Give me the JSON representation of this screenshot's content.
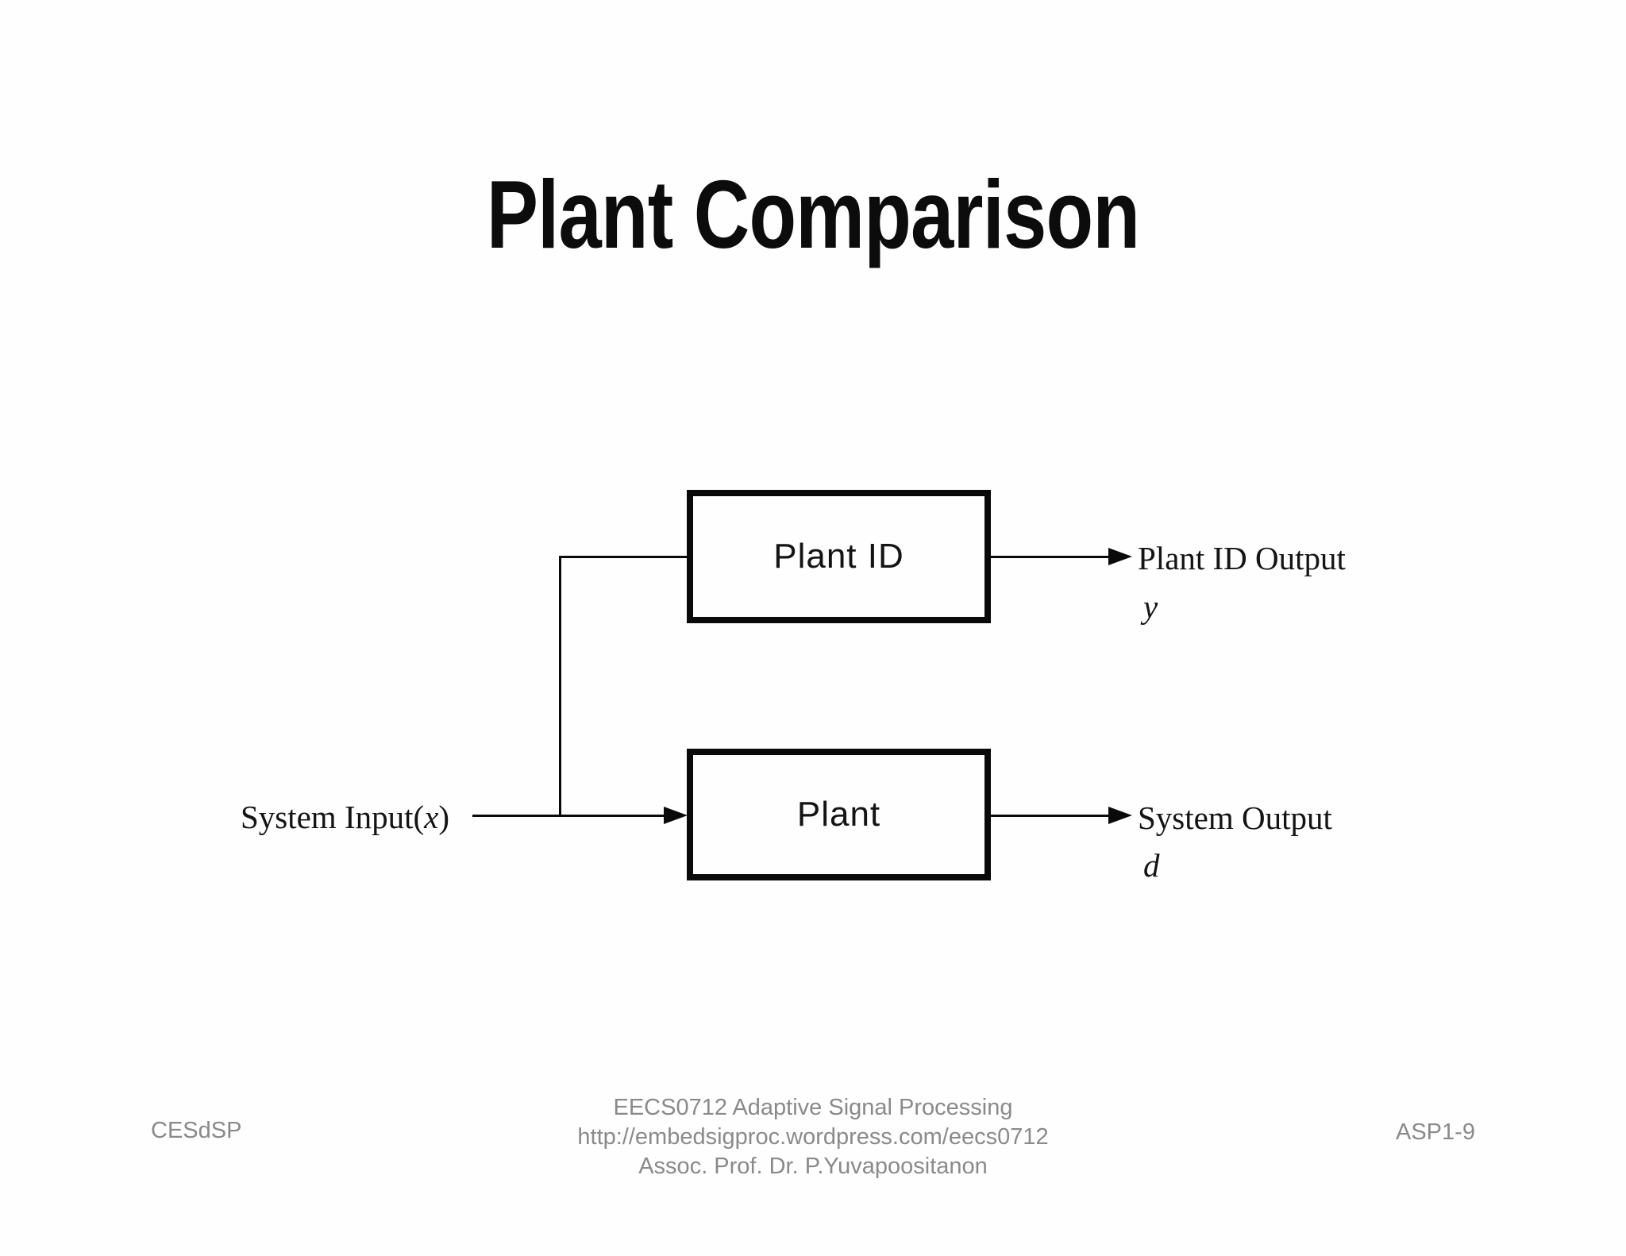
{
  "slide": {
    "title": "Plant Comparison",
    "diagram": {
      "blocks": [
        {
          "label": "Plant ID"
        },
        {
          "label": "Plant"
        }
      ],
      "input": {
        "prefix": "System Input(",
        "symbol": "x",
        "suffix": ")"
      },
      "outputs": [
        {
          "label": "Plant ID Output",
          "symbol": "y"
        },
        {
          "label": "System Output",
          "symbol": "d"
        }
      ]
    },
    "footer": {
      "left": "CESdSP",
      "center_lines": [
        "EECS0712 Adaptive Signal Processing",
        "http://embedsigproc.wordpress.com/eecs0712",
        "Assoc. Prof. Dr. P.Yuvapoositanon"
      ],
      "right": "ASP1-9"
    },
    "colors": {
      "ink": "#0a0a0a",
      "footer_text": "#8a8a8a",
      "background": "#fefefe"
    }
  }
}
